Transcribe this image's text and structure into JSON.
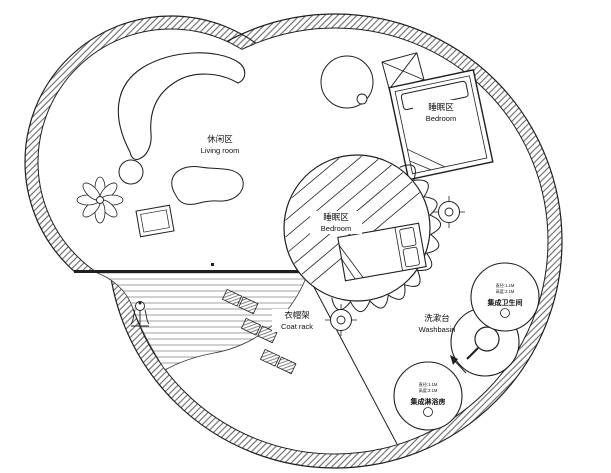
{
  "page": {
    "background": "#ffffff"
  },
  "plan": {
    "colors": {
      "ink": "#1f1f1f",
      "paper": "#ffffff",
      "hatch": "#4a4a4a",
      "deck_hatch": "#8a8a8a"
    },
    "labels": {
      "living": {
        "zh": "休闲区",
        "en": "Living room"
      },
      "bedroom_upper": {
        "zh": "睡眠区",
        "en": "Bedroom"
      },
      "bedroom_center": {
        "zh": "睡眠区",
        "en": "Bedroom"
      },
      "coat_rack": {
        "zh": "衣帽架",
        "en": "Coat rack"
      },
      "washbasin": {
        "zh": "洗漱台",
        "en": "Washbasin"
      },
      "bathroom_pod": {
        "spec1": "直径:1.1M",
        "spec2": "高度:2.1M",
        "name": "集成卫生间"
      },
      "shower_pod": {
        "spec1": "直径:1.1M",
        "spec2": "高度:2.1M",
        "name": "集成淋浴房"
      }
    }
  }
}
